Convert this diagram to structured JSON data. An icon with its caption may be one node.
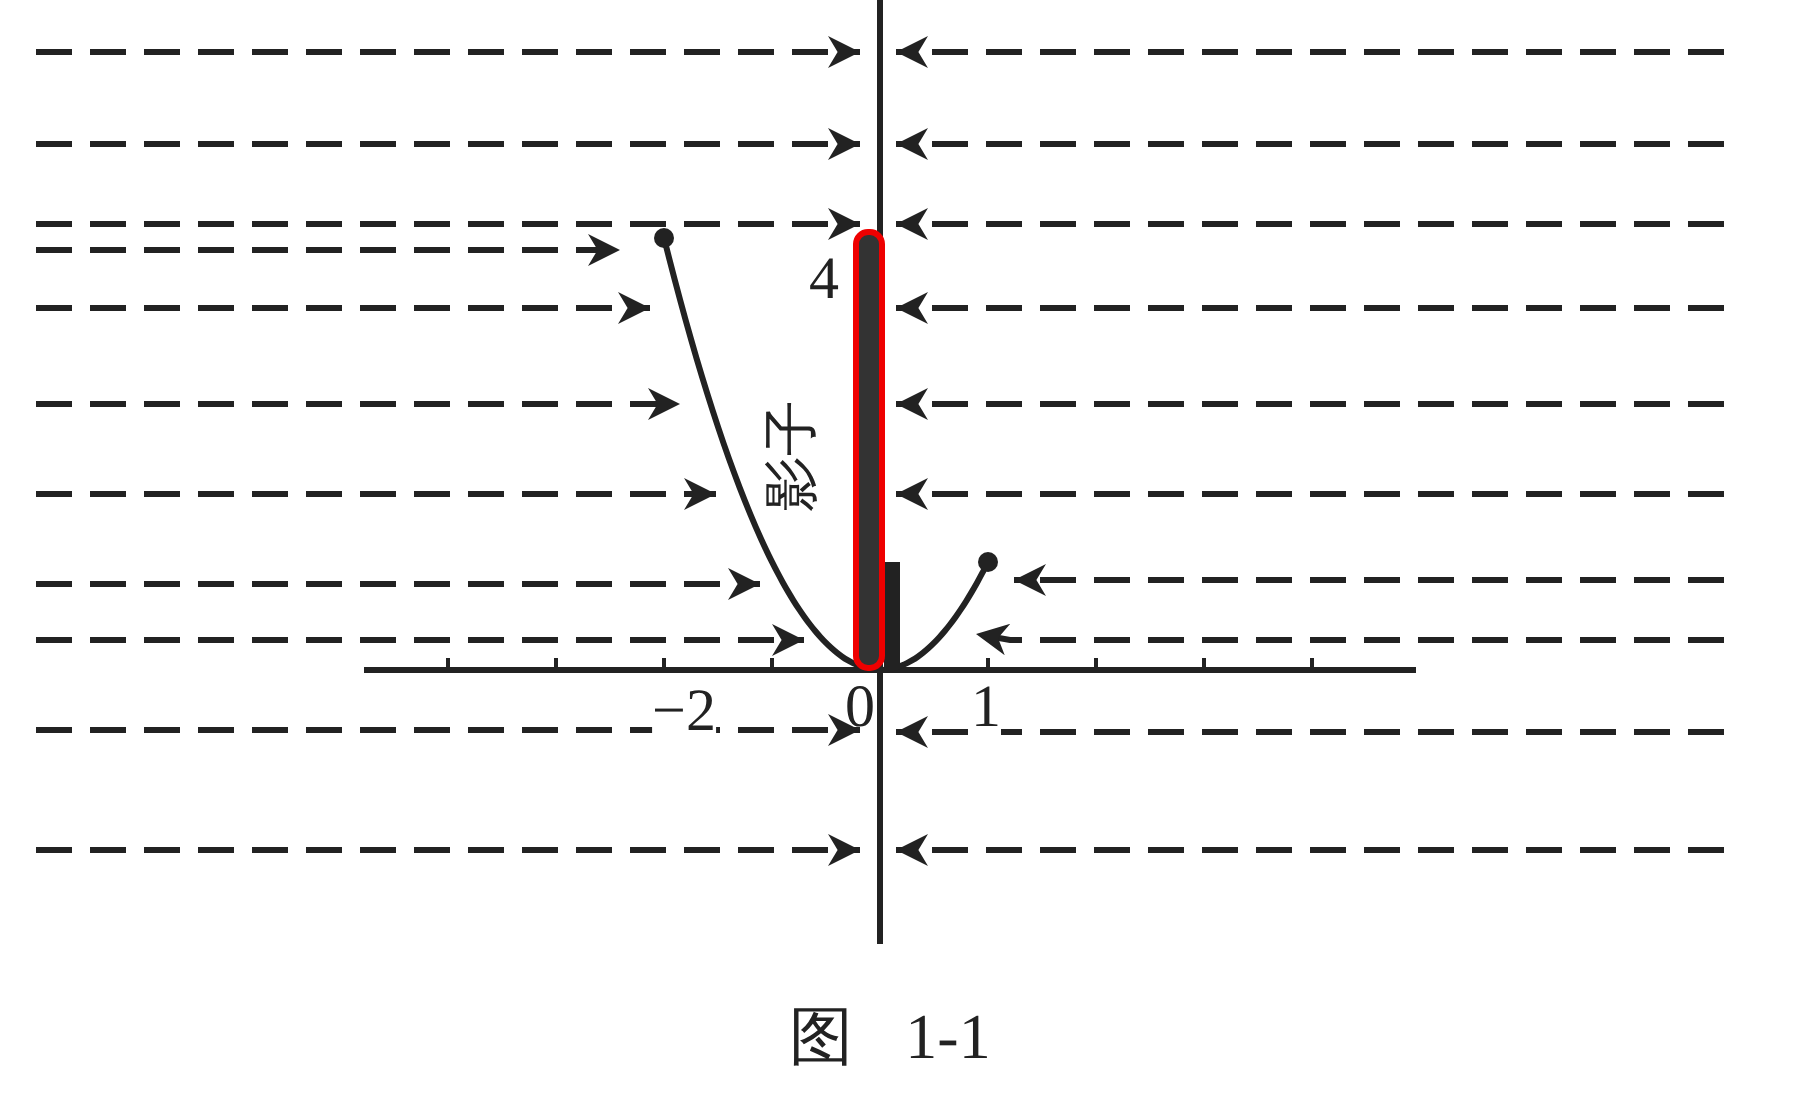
{
  "diagram": {
    "caption": "图 1-1",
    "labels": [
      "4",
      "影子",
      "−2",
      "0",
      "1"
    ]
  }
}
